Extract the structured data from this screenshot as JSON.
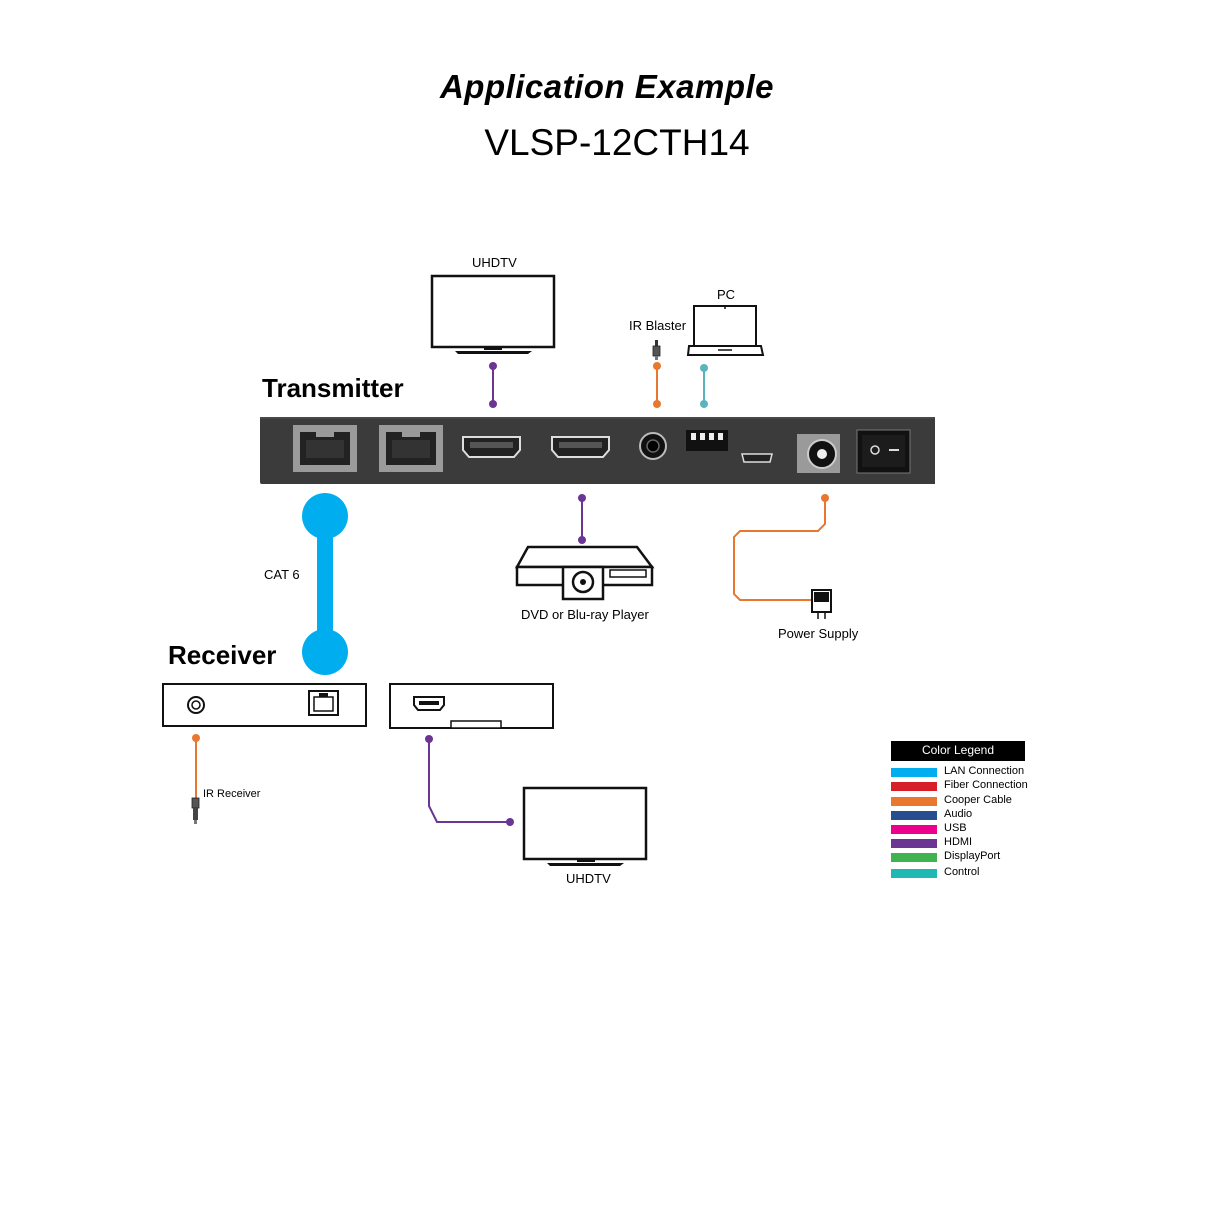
{
  "title": "Application Example",
  "model": "VLSP-12CTH14",
  "transmitter_label": "Transmitter",
  "receiver_label": "Receiver",
  "devices": {
    "uhdtv_top": "UHDTV",
    "pc": "PC",
    "ir_blaster": "IR Blaster",
    "dvd_player": "DVD or Blu-ray Player",
    "power_supply": "Power Supply",
    "cable": "CAT 6",
    "ir_receiver": "IR Receiver",
    "uhdtv_bottom": "UHDTV"
  },
  "colors": {
    "lan": "#00aeef",
    "fiber": "#d71f28",
    "copper": "#e9772e",
    "audio": "#284e92",
    "usb": "#ec008c",
    "hdmi": "#6b3594",
    "displayport": "#3fb34f",
    "control": "#20b8b3",
    "chassis": "#3b3b3b"
  },
  "legend": {
    "title": "Color Legend",
    "items": [
      {
        "label": "LAN Connection",
        "color": "#00aeef"
      },
      {
        "label": "Fiber Connection",
        "color": "#d71f28"
      },
      {
        "label": "Cooper Cable",
        "color": "#e9772e"
      },
      {
        "label": "Audio",
        "color": "#284e92"
      },
      {
        "label": "USB",
        "color": "#ec008c"
      },
      {
        "label": "HDMI",
        "color": "#6b3594"
      },
      {
        "label": "DisplayPort",
        "color": "#3fb34f"
      },
      {
        "label": "Control",
        "color": "#20b8b3"
      }
    ]
  }
}
